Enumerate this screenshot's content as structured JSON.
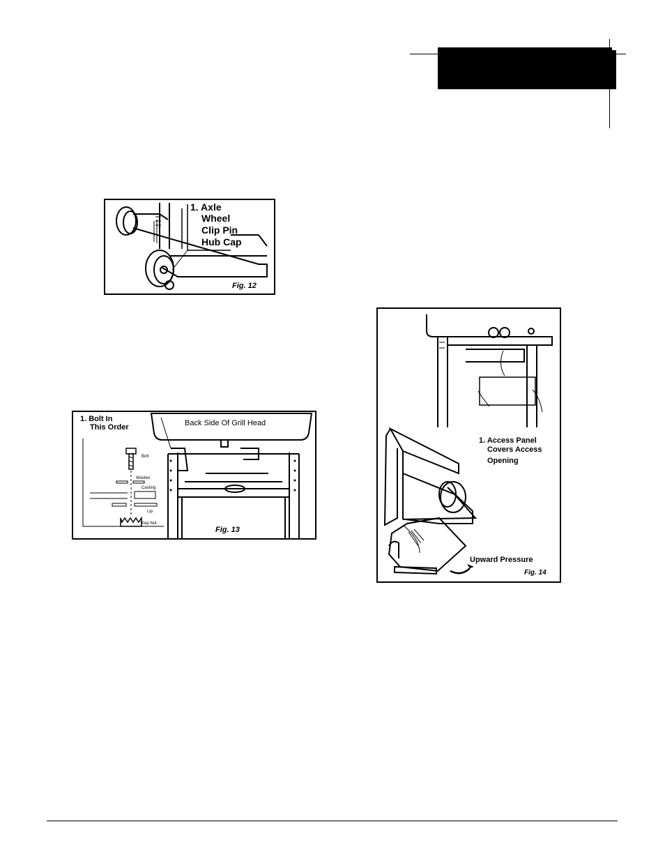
{
  "header_tab": {
    "color": "#000000"
  },
  "fig12": {
    "labels": [
      "1. Axle",
      "Wheel",
      "Clip Pin",
      "Hub Cap"
    ],
    "caption": "Fig. 12"
  },
  "fig13": {
    "callout_line1": "1. Bolt In",
    "callout_line2": "This Order",
    "head_label": "Back Side Of Grill Head",
    "parts": [
      "Bolt",
      "Washer",
      "Casting",
      "Lip",
      "Kep Nut"
    ],
    "caption": "Fig. 13"
  },
  "fig14": {
    "callout_line1": "1. Access Panel",
    "callout_line2": "Covers Access",
    "callout_line3": "Opening",
    "pressure_label": "Upward Pressure",
    "caption": "Fig. 14"
  }
}
